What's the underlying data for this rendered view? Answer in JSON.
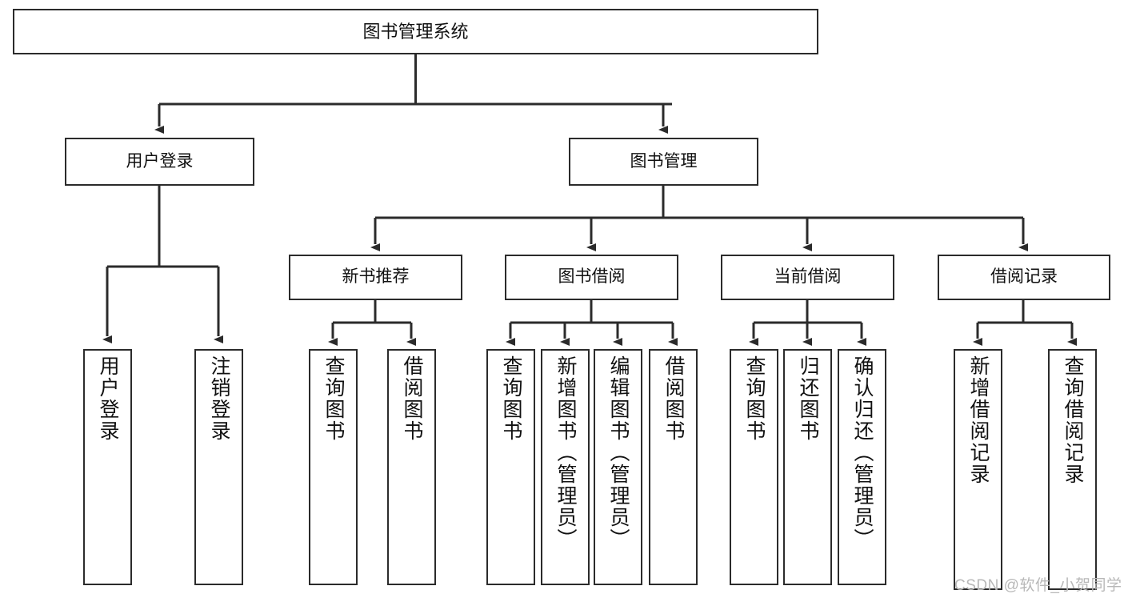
{
  "diagram": {
    "title": "图书管理系统",
    "type": "tree-hierarchy-diagram",
    "watermark": "CSDN @软件_小贺同学",
    "colors": {
      "background": "#ffffff",
      "box_border": "#2b2b2b",
      "text": "#111111",
      "connector": "#2b2b2b",
      "watermark": "#b8b8b8"
    },
    "root": {
      "label": "图书管理系统"
    },
    "level2": [
      {
        "label": "用户登录"
      },
      {
        "label": "图书管理"
      }
    ],
    "level3": [
      {
        "label": "新书推荐"
      },
      {
        "label": "图书借阅"
      },
      {
        "label": "当前借阅"
      },
      {
        "label": "借阅记录"
      }
    ],
    "leaves": {
      "user_login": [
        {
          "label": "用户登录"
        },
        {
          "label": "注销登录"
        }
      ],
      "new_book_recommend": [
        {
          "label": "查询图书"
        },
        {
          "label": "借阅图书"
        }
      ],
      "book_borrow": [
        {
          "label": "查询图书"
        },
        {
          "label": "新增图书（管理员）"
        },
        {
          "label": "编辑图书（管理员）"
        },
        {
          "label": "借阅图书"
        }
      ],
      "current_borrow": [
        {
          "label": "查询图书"
        },
        {
          "label": "归还图书"
        },
        {
          "label": "确认归还（管理员）"
        }
      ],
      "borrow_record": [
        {
          "label": "新增借阅记录"
        },
        {
          "label": "查询借阅记录"
        }
      ]
    }
  }
}
